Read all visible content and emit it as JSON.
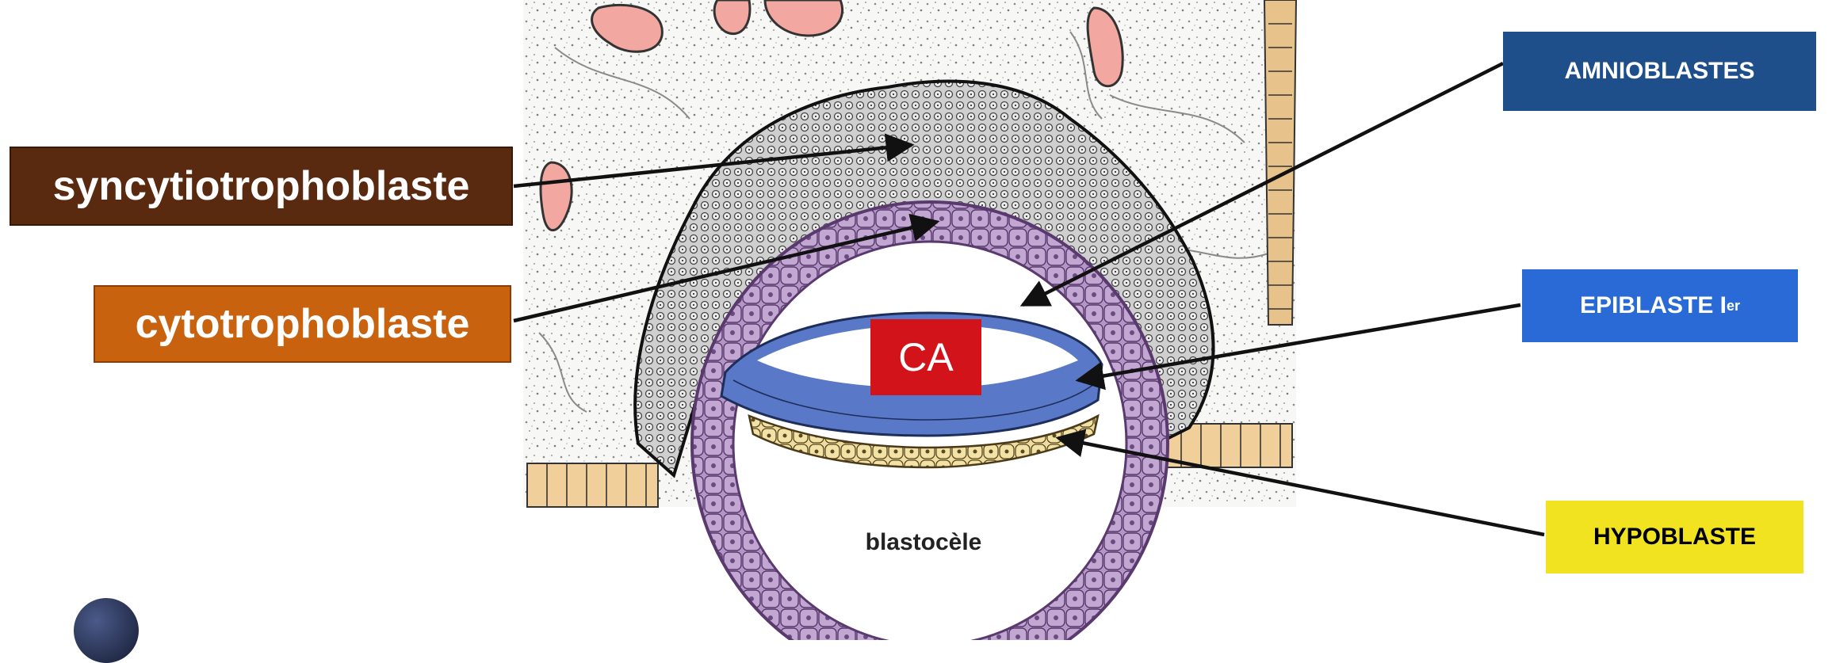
{
  "labels": {
    "syncytiotrophoblaste": "syncytiotrophoblaste",
    "cytotrophoblaste": "cytotrophoblaste",
    "amnioblastes": "AMNIOBLASTES",
    "epiblaste": "EPIBLASTE I",
    "epiblaste_sup": "er",
    "hypoblaste": "HYPOBLASTE",
    "cavite_amniotique": "CA",
    "blastocele": "blastocèle"
  },
  "colors": {
    "syncytiotrophoblaste_box": "#5a2a10",
    "cytotrophoblaste_box": "#c8620f",
    "amnioblastes_box": "#1e4f8a",
    "epiblaste_box": "#2a6ad6",
    "hypoblaste_box": "#f1e31f",
    "ca_box": "#d2141a",
    "trophoblast_ring": "#8a5aa0",
    "epiblast_cells": "#5a78c8",
    "hypoblast_cells": "#e6cf6a",
    "endometrium_vessels": "#f2a8a0"
  }
}
